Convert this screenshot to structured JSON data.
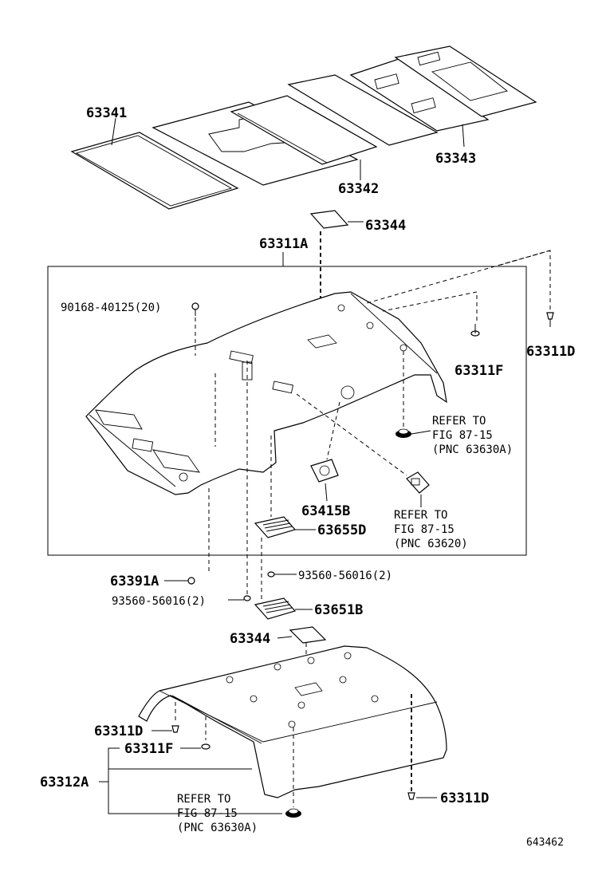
{
  "labels": {
    "p63341": "63341",
    "p63342": "63342",
    "p63343": "63343",
    "p63344_top": "63344",
    "p63311A": "63311A",
    "p90168": "90168-40125(20)",
    "p63311D_top": "63311D",
    "p63311F_top": "63311F",
    "refer1_line1": "REFER TO",
    "refer1_line2": "FIG 87-15",
    "refer1_line3": "(PNC 63630A)",
    "p63415B": "63415B",
    "refer2_line1": "REFER TO",
    "refer2_line2": "FIG 87-15",
    "refer2_line3": "(PNC 63620)",
    "p63655D": "63655D",
    "p63391A": "63391A",
    "p93560_right": "93560-56016(2)",
    "p93560_left": "93560-56016(2)",
    "p63651B": "63651B",
    "p63344_bottom": "63344",
    "p63311D_mid": "63311D",
    "p63311F_bottom": "63311F",
    "p63312A": "63312A",
    "refer3_line1": "REFER TO",
    "refer3_line2": "FIG 87-15",
    "refer3_line3": "(PNC 63630A)",
    "p63311D_bottom": "63311D",
    "figure_id": "643462"
  }
}
